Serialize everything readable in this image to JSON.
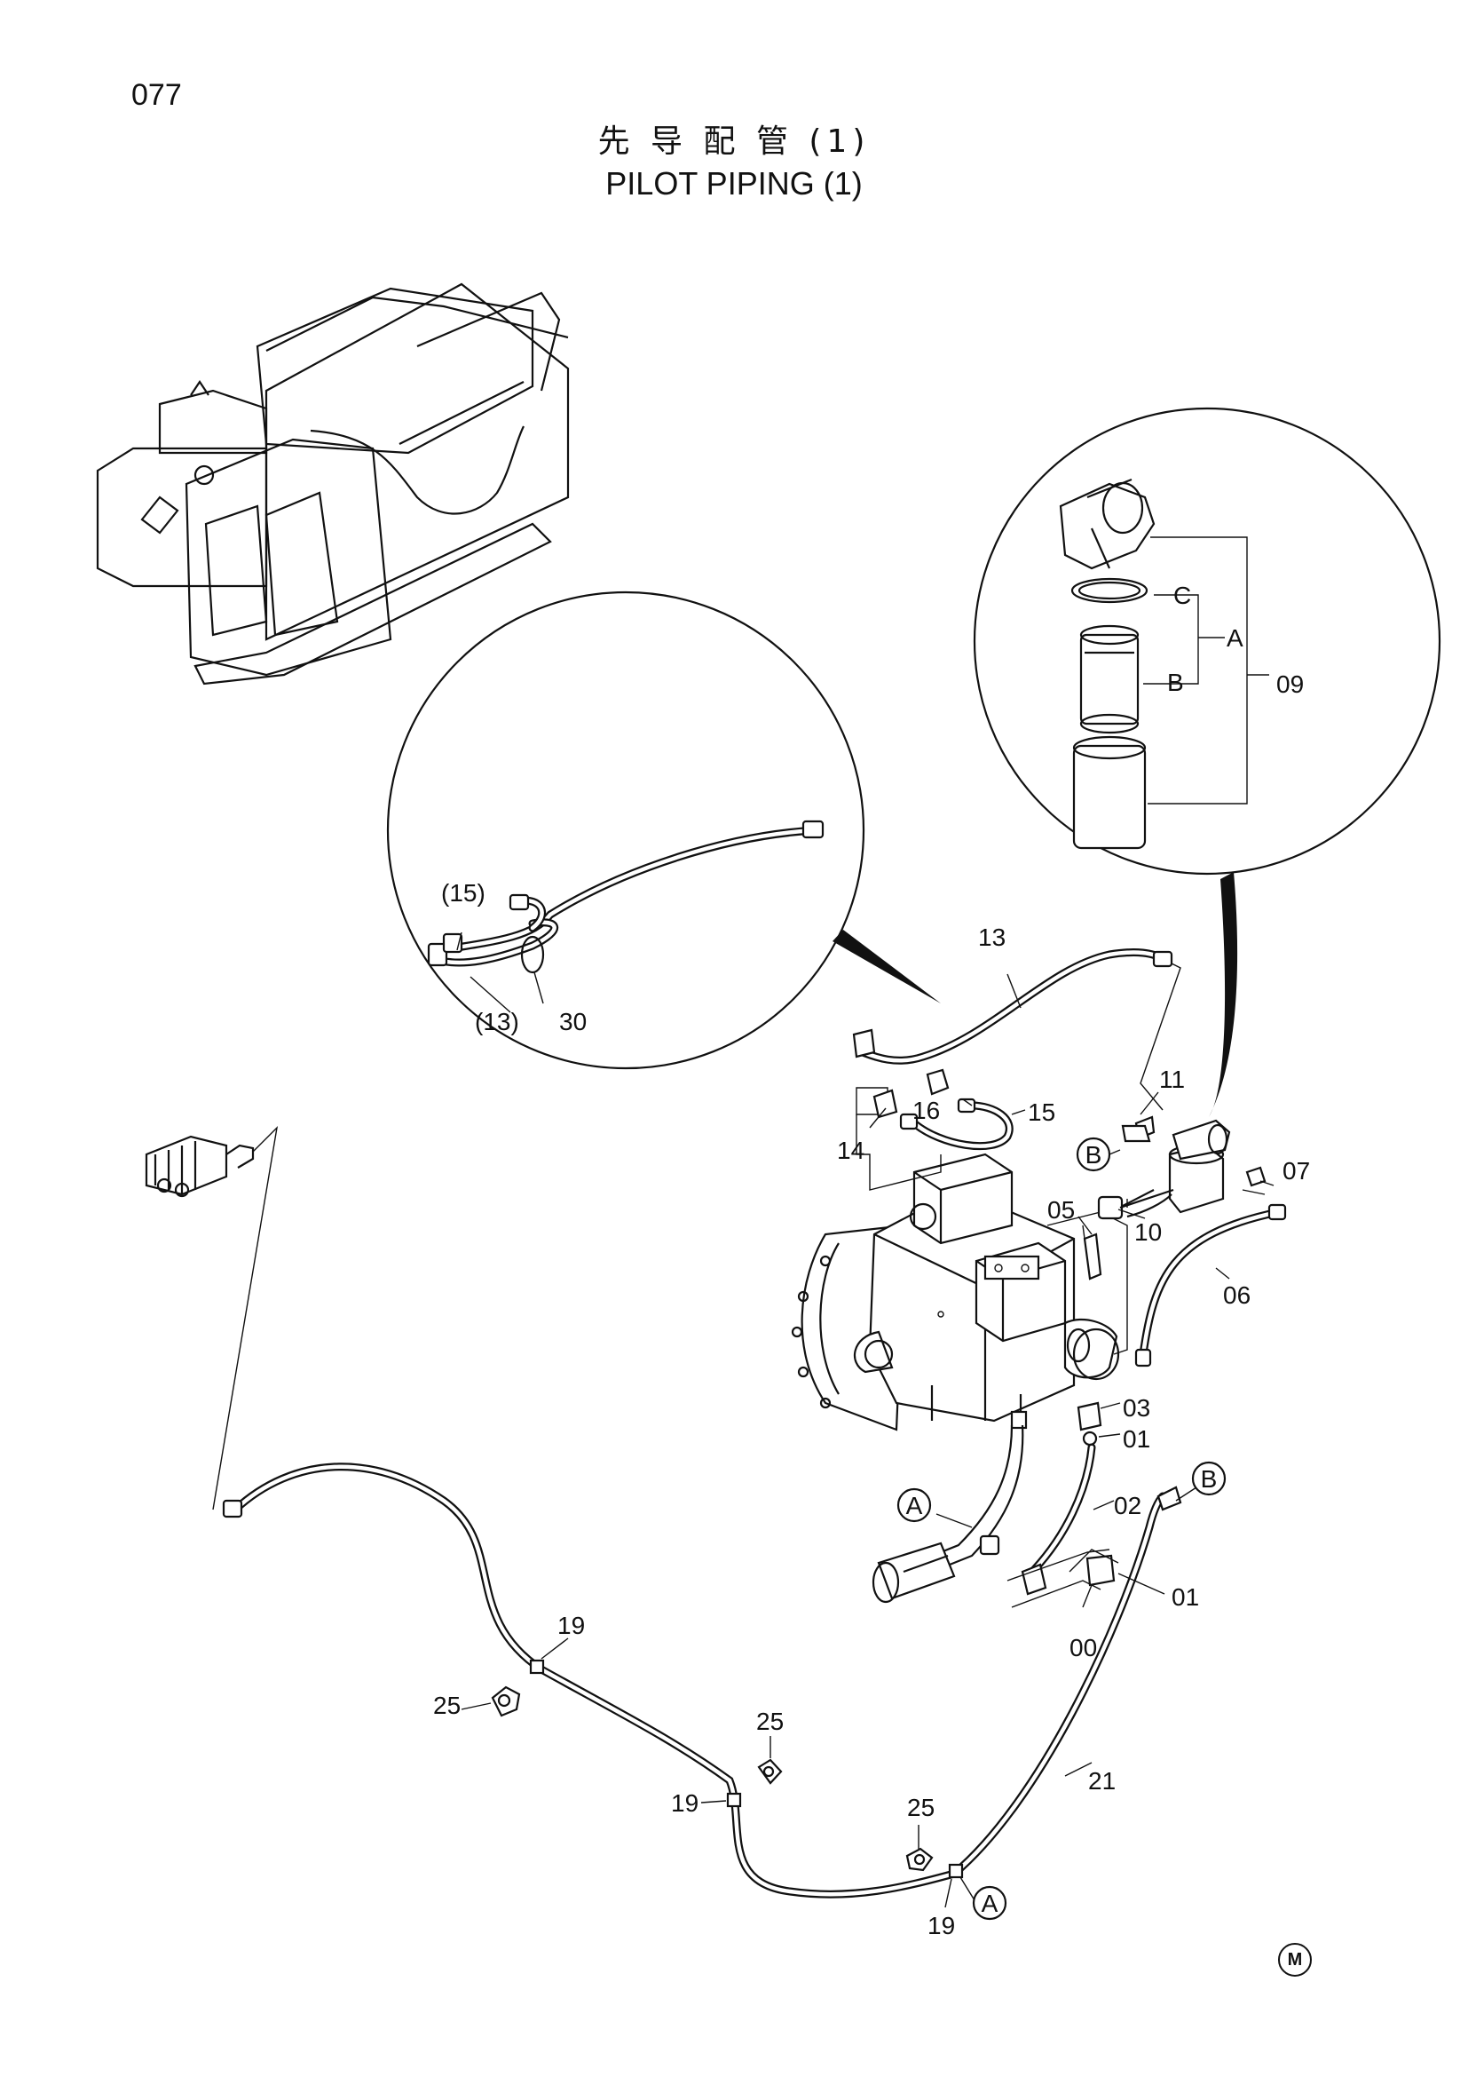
{
  "page_number": "077",
  "title_jp": "先 导 配 管 (1)",
  "title_en": "PILOT PIPING (1)",
  "callouts": {
    "c13_detail": "(13)",
    "c15_detail": "(15)",
    "c30": "30",
    "c13": "13",
    "c11": "11",
    "c16": "16",
    "c15": "15",
    "c14": "14",
    "c10": "10",
    "c07": "07",
    "c05": "05",
    "c06": "06",
    "c03": "03",
    "c01a": "01",
    "c02": "02",
    "c01b": "01",
    "c00": "00",
    "c09": "09",
    "c19a": "19",
    "c19b": "19",
    "c19c": "19",
    "c25a": "25",
    "c25b": "25",
    "c25c": "25",
    "c21": "21"
  },
  "filter_labels": {
    "a": "A",
    "b": "B",
    "c": "C"
  },
  "refs": {
    "a1": "A",
    "a2": "A",
    "b1": "B",
    "b2": "B"
  },
  "mark": "M"
}
